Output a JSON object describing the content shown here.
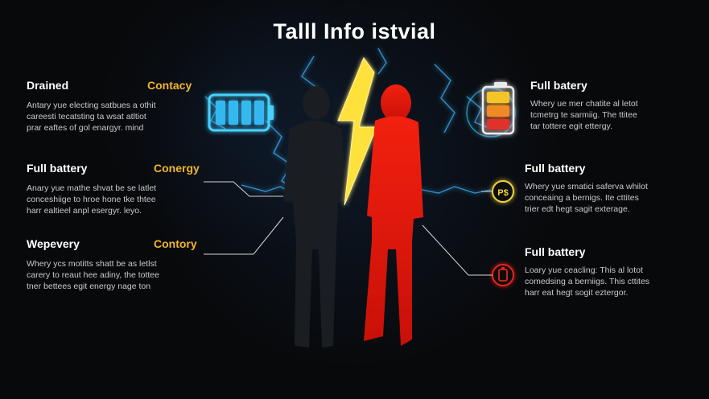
{
  "title": "Talll Info istvial",
  "left": [
    {
      "heading": "Drained",
      "accent": "Contacy",
      "lines": [
        "Antary yue electing satbues a othit",
        "careesti tecatsting ta wsat atltiot",
        "prar eaftes of gol enargyr. mind"
      ]
    },
    {
      "heading": "Full battery",
      "accent": "Conergy",
      "lines": [
        "Anary yue mathe shvat be se latlet",
        "conceshiige to hroe hone tke thtee",
        "harr ealtieel anpl esergyr. leyo."
      ]
    },
    {
      "heading": "Wepevery",
      "accent": "Contory",
      "lines": [
        "Whery ycs motitts shatt be as letlst",
        "carery to reaut hee adiny, the tottee",
        "tner bettees egit energy nage ton"
      ]
    }
  ],
  "right": [
    {
      "heading": "Full batery",
      "lines": [
        "Whery ue mer chatite al letot",
        "tcmetrg te sarmiig. The ttitee",
        "tar tottere egit ettergy."
      ]
    },
    {
      "heading": "Full battery",
      "lines": [
        "Whery yue smatici saferva whilot",
        "conceaing a bernigs. Ite cttites",
        "trier edt hegt sagit exterage."
      ]
    },
    {
      "heading": "Full battery",
      "lines": [
        "Loary yue ceacling: This al lotot",
        "comedsing a berniigs. This cttites",
        "harr eat hegt sogit eztergor."
      ]
    }
  ],
  "icons": {
    "left_battery": "battery-full-cyan-icon",
    "right_battery": "battery-level-color-icon",
    "power_badge": "power-badge-icon",
    "drained_badge": "drained-badge-icon",
    "lightning": "lightning-bolt-icon"
  },
  "colors": {
    "background": "#08090b",
    "accent_yellow": "#f2b42c",
    "cyan_glow": "#35c8ff",
    "red_figure": "#e8180f",
    "shadow_figure": "#1a1c1f",
    "bolt": "#ffe13a"
  }
}
